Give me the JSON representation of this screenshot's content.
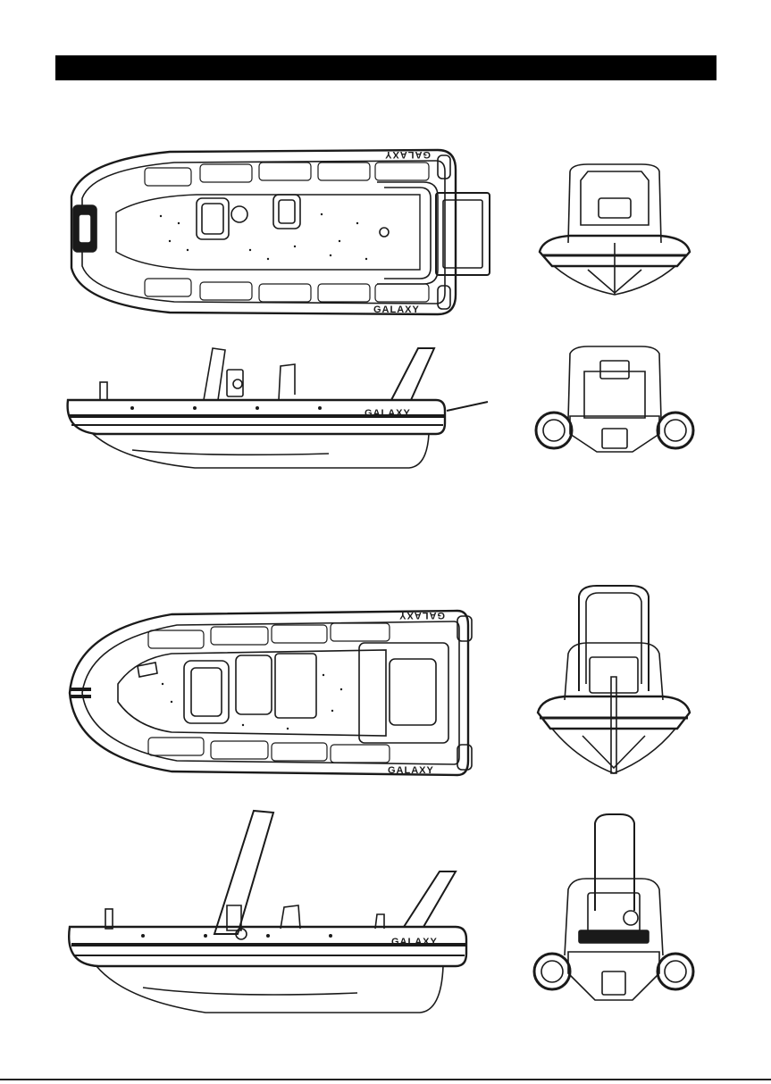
{
  "header": {
    "title": ""
  },
  "brand": {
    "hull_text": "GALAXY",
    "hull_text_mirrored": "GALAXY"
  },
  "colors": {
    "line": "#1a1a1a",
    "tube_dark": "#111111",
    "paper": "#ffffff",
    "bar": "#000000"
  },
  "models": [
    {
      "views": [
        "top-view",
        "front-view",
        "side-view",
        "rear-view"
      ],
      "console": "single-console-with-bow-rail-frame"
    },
    {
      "views": [
        "top-view",
        "front-view",
        "side-view",
        "rear-view"
      ],
      "console": "center-console-with-tall-hardtop-frame"
    }
  ]
}
